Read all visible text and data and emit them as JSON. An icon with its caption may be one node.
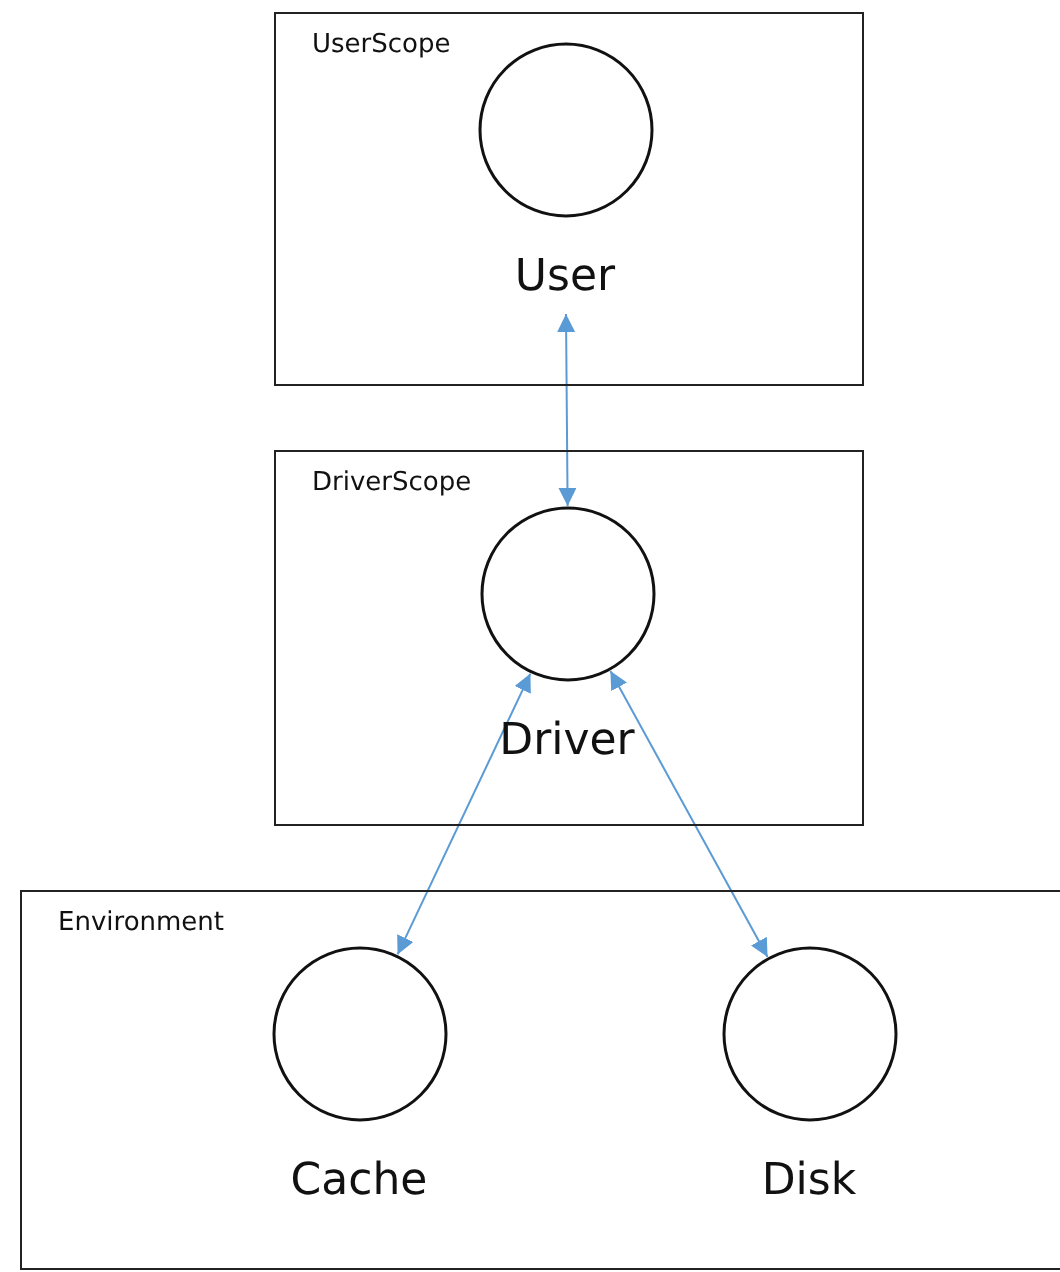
{
  "diagram": {
    "nodes": [
      {
        "text": [
          "UserScope"
        ]
      },
      {
        "text": [
          "User"
        ],
        "in": 0
      },
      {
        "text": [
          "DriverScope"
        ]
      },
      {
        "text": [
          "Driver"
        ],
        "in": 2
      },
      {
        "text": [
          "Environment"
        ]
      },
      {
        "text": [
          "Cache"
        ],
        "in": 4
      },
      {
        "text": [
          "Disk"
        ],
        "in": 4
      }
    ],
    "edges": [
      {
        "from": 1,
        "to": 3,
        "arrow": "both"
      },
      {
        "from": 3,
        "to": 5,
        "arrow": "both"
      },
      {
        "from": 3,
        "to": 6,
        "arrow": "both"
      }
    ]
  }
}
